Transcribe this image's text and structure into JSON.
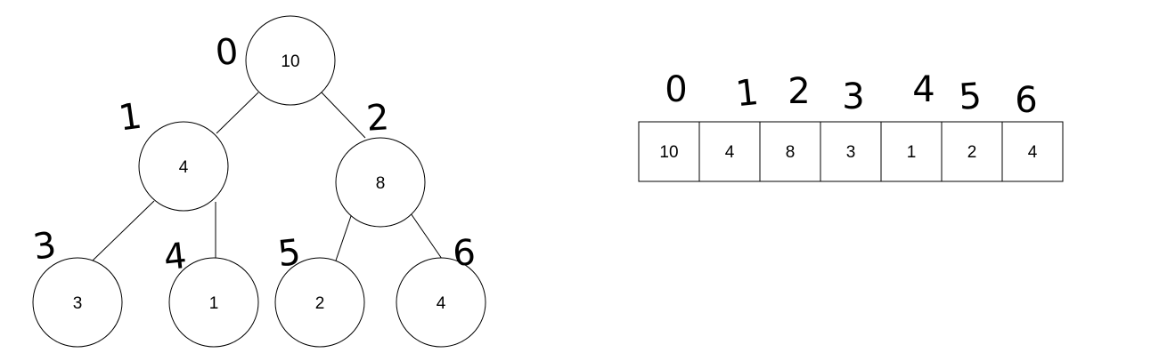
{
  "tree": {
    "nodes": [
      {
        "index": "0",
        "value": "10"
      },
      {
        "index": "1",
        "value": "4"
      },
      {
        "index": "2",
        "value": "8"
      },
      {
        "index": "3",
        "value": "3"
      },
      {
        "index": "4",
        "value": "1"
      },
      {
        "index": "5",
        "value": "2"
      },
      {
        "index": "6",
        "value": "4"
      }
    ],
    "edges": [
      [
        "0",
        "1"
      ],
      [
        "0",
        "2"
      ],
      [
        "1",
        "3"
      ],
      [
        "1",
        "4"
      ],
      [
        "2",
        "5"
      ],
      [
        "2",
        "6"
      ]
    ]
  },
  "array": {
    "indices": [
      "0",
      "1",
      "2",
      "3",
      "4",
      "5",
      "6"
    ],
    "values": [
      "10",
      "4",
      "8",
      "3",
      "1",
      "2",
      "4"
    ]
  }
}
